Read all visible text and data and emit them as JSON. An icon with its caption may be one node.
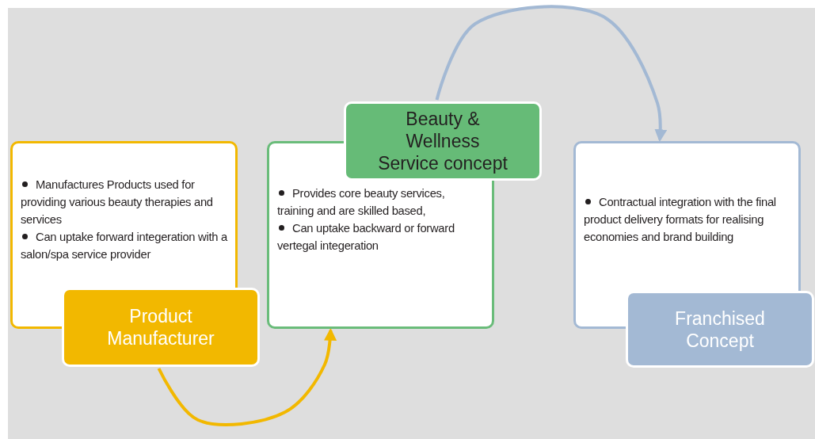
{
  "diagram": {
    "nodes": [
      {
        "text": [
          "Manufactures Products used for providing various beauty therapies and services",
          "Can uptake forward integeration with a salon/spa service provider"
        ]
      },
      {
        "text": [
          "Product Manufacturer"
        ]
      },
      {
        "text": [
          "Provides core beauty services, training and are skilled based,",
          "Can uptake backward or forward vertegal integeration"
        ]
      },
      {
        "text": [
          "Beauty & Wellness Service concept"
        ]
      },
      {
        "text": [
          "Contractual integration with the final product delivery formats for realising economies and brand building"
        ]
      },
      {
        "text": [
          "Franchised Concept"
        ]
      }
    ],
    "edges": [
      {
        "from": 1,
        "to": 2,
        "arrow": "to",
        "color": "#f2b800"
      },
      {
        "from": 3,
        "to": 4,
        "arrow": "to",
        "color": "#a3b9d4"
      }
    ]
  }
}
